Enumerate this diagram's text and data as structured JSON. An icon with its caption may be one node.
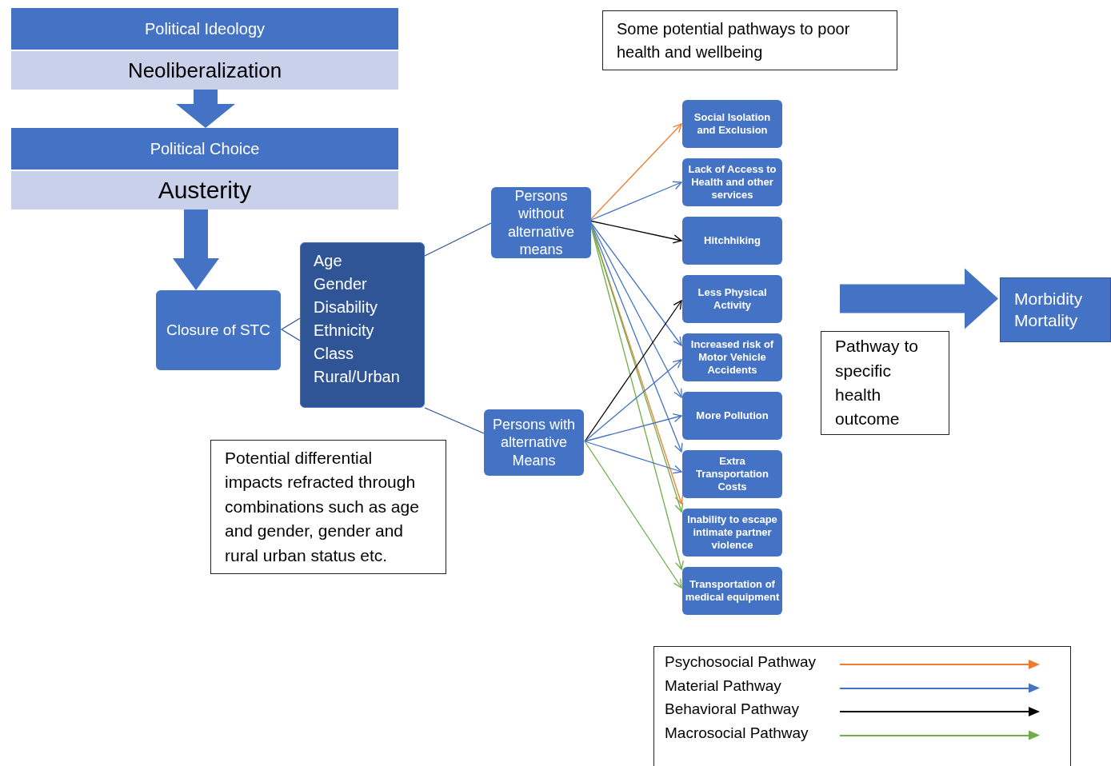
{
  "diagram": {
    "nodes": [
      {
        "text": [
          "Political Ideology",
          "Neoliberalization"
        ]
      },
      {
        "text": [
          "Political Choice",
          "Austerity"
        ]
      },
      {
        "text": [
          "Closure of STC"
        ]
      },
      {
        "text": [
          "Age",
          "Gender",
          "Disability",
          "Ethnicity",
          "Class",
          "Rural/Urban"
        ]
      },
      {
        "text": [
          "Persons without alternative means"
        ]
      },
      {
        "text": [
          "Persons with alternative Means"
        ]
      },
      {
        "text": [
          "Potential differential impacts refracted through combinations such as age and gender, gender and rural urban status etc."
        ]
      },
      {
        "text": [
          "Some potential pathways to poor health and wellbeing"
        ]
      },
      {
        "text": [
          "Social Isolation and Exclusion"
        ]
      },
      {
        "text": [
          "Lack of Access to Health and other services"
        ]
      },
      {
        "text": [
          "Hitchhiking"
        ]
      },
      {
        "text": [
          "Less Physical Activity"
        ]
      },
      {
        "text": [
          "Increased risk of Motor Vehicle Accidents"
        ]
      },
      {
        "text": [
          "More Pollution"
        ]
      },
      {
        "text": [
          "Extra Transportation Costs"
        ]
      },
      {
        "text": [
          "Inability to escape intimate partner violence"
        ]
      },
      {
        "text": [
          "Transportation of medical equipment"
        ]
      },
      {
        "text": [
          "Pathway to specific health outcome"
        ]
      },
      {
        "text": [
          "Morbidity Mortality"
        ]
      }
    ],
    "edges": [
      {
        "from": 0,
        "to": 1,
        "arrow": "to",
        "style": "thick"
      },
      {
        "from": 1,
        "to": 2,
        "arrow": "to",
        "style": "thick"
      },
      {
        "from": 2,
        "to": 3,
        "arrow": "none"
      },
      {
        "from": 3,
        "to": 4,
        "arrow": "none"
      },
      {
        "from": 3,
        "to": 5,
        "arrow": "none"
      },
      {
        "from": 4,
        "to": 8,
        "arrow": "to",
        "color": "#ed7d31"
      },
      {
        "from": 4,
        "to": 9,
        "arrow": "to"
      },
      {
        "from": 4,
        "to": 10,
        "arrow": "to",
        "color": "#000000"
      },
      {
        "from": 4,
        "to": 12,
        "arrow": "to"
      },
      {
        "from": 4,
        "to": 13,
        "arrow": "to"
      },
      {
        "from": 4,
        "to": 14,
        "arrow": "to"
      },
      {
        "from": 4,
        "to": 15,
        "arrow": "to",
        "color": "#ed7d31"
      },
      {
        "from": 4,
        "to": 15,
        "arrow": "to",
        "color": "#70ad47"
      },
      {
        "from": 4,
        "to": 16,
        "arrow": "to",
        "color": "#70ad47"
      },
      {
        "from": 5,
        "to": 11,
        "arrow": "to",
        "color": "#000000"
      },
      {
        "from": 5,
        "to": 12,
        "arrow": "to"
      },
      {
        "from": 5,
        "to": 13,
        "arrow": "to"
      },
      {
        "from": 5,
        "to": 14,
        "arrow": "to"
      },
      {
        "from": 5,
        "to": 16,
        "arrow": "to",
        "color": "#70ad47"
      },
      {
        "from": null,
        "to": 18,
        "arrow": "to",
        "style": "thick"
      }
    ],
    "legend": [
      {
        "text": "Psychosocial Pathway",
        "color": "#ed7d31"
      },
      {
        "text": "Material Pathway",
        "color": "#4472c4"
      },
      {
        "text": "Behavioral Pathway",
        "color": "#000000"
      },
      {
        "text": "Macrosocial Pathway",
        "color": "#70ad47"
      }
    ]
  }
}
